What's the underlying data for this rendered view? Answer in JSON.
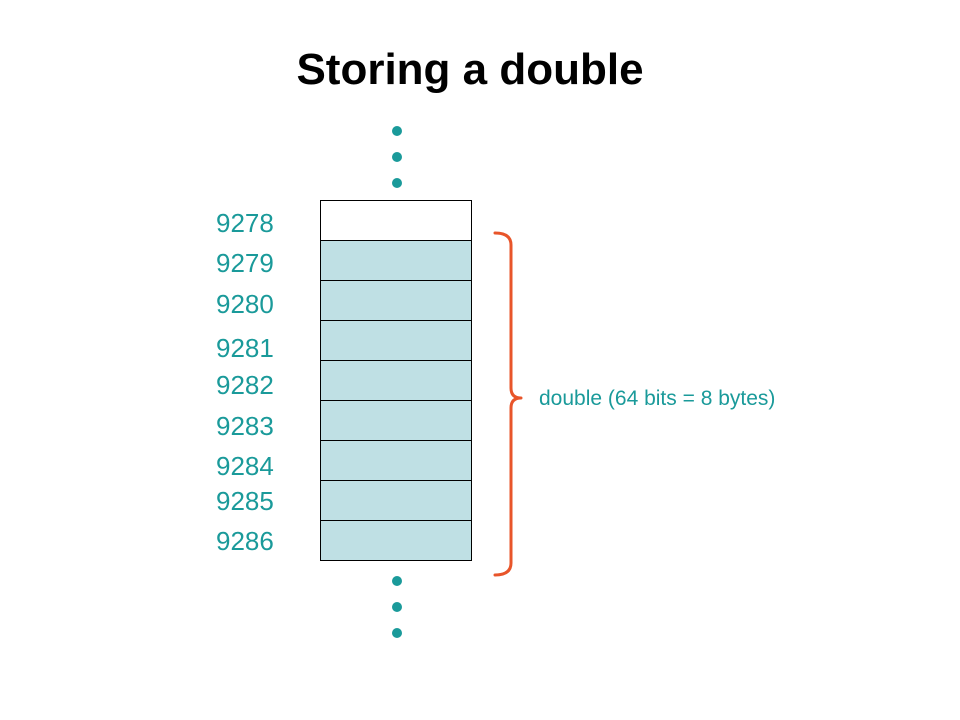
{
  "title": "Storing a double",
  "colors": {
    "accent_text": "#1a9a9a",
    "filled_cell": "#bfe0e4",
    "empty_cell": "#ffffff",
    "brace": "#e8552a"
  },
  "memory": {
    "cells": [
      {
        "address": "9278",
        "filled": false
      },
      {
        "address": "9279",
        "filled": true
      },
      {
        "address": "9280",
        "filled": true
      },
      {
        "address": "9281",
        "filled": true
      },
      {
        "address": "9282",
        "filled": true
      },
      {
        "address": "9283",
        "filled": true
      },
      {
        "address": "9284",
        "filled": true
      },
      {
        "address": "9285",
        "filled": true
      },
      {
        "address": "9286",
        "filled": true
      }
    ]
  },
  "brace_label": "double (64 bits = 8 bytes)"
}
